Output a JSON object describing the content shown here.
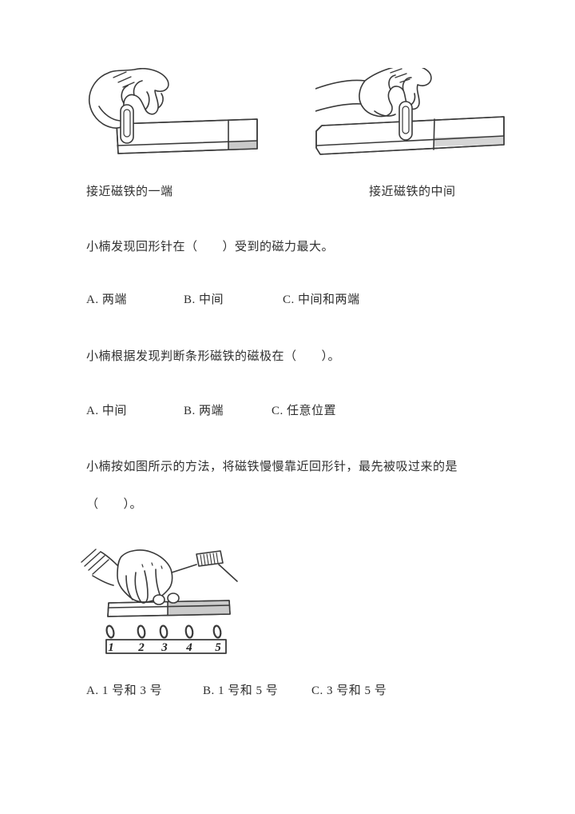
{
  "page": {
    "ink_color": "#3a3a3a",
    "shade_color": "#cbcbcb"
  },
  "figure1": {
    "caption": "接近磁铁的一端"
  },
  "figure2": {
    "caption": "接近磁铁的中间"
  },
  "figure3": {
    "numbers": [
      "1",
      "2",
      "3",
      "4",
      "5"
    ]
  },
  "questions": [
    {
      "text": "小楠发现回形针在（　　）受到的磁力最大。",
      "options": [
        "A. 两端",
        "B. 中间",
        "C. 中间和两端"
      ]
    },
    {
      "text": "小楠根据发现判断条形磁铁的磁极在（　　）。",
      "options": [
        "A. 中间",
        "B. 两端",
        "C. 任意位置"
      ]
    },
    {
      "text": "小楠按如图所示的方法，将磁铁慢慢靠近回形针，最先被吸过来的是",
      "text_line2": "（　　）。",
      "options": [
        "A. 1 号和 3 号",
        "B. 1 号和 5 号",
        "C. 3 号和 5 号"
      ]
    }
  ]
}
